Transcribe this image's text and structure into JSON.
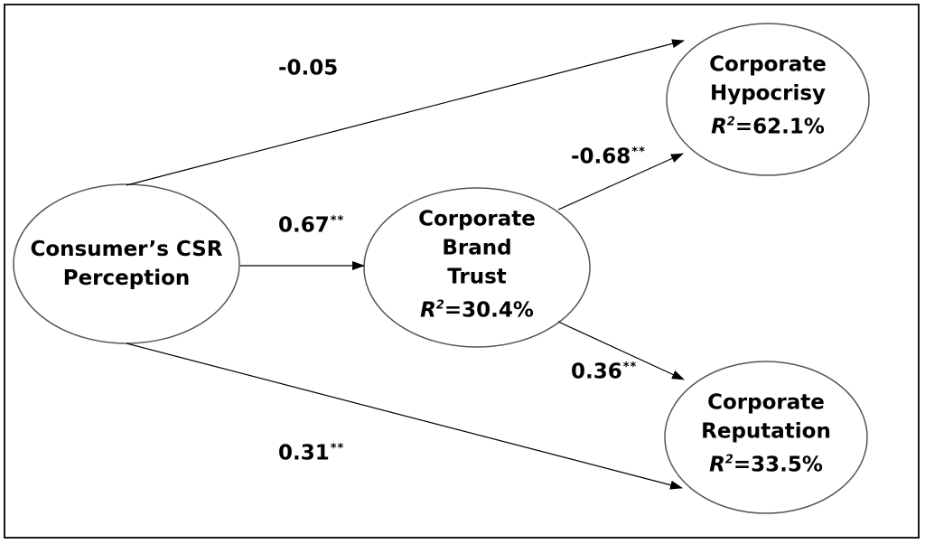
{
  "nodes": {
    "csr": {
      "lines": [
        "Consumer’s CSR",
        "Perception"
      ]
    },
    "trust": {
      "lines": [
        "Corporate",
        "Brand",
        "Trust"
      ],
      "r2_label": "R",
      "r2_sup": "2",
      "r2_value": "=30.4%"
    },
    "hypocrisy": {
      "lines": [
        "Corporate",
        "Hypocrisy"
      ],
      "r2_label": "R",
      "r2_sup": "2",
      "r2_value": "=62.1%"
    },
    "reputation": {
      "lines": [
        "Corporate",
        "Reputation"
      ],
      "r2_label": "R",
      "r2_sup": "2",
      "r2_value": "=33.5%"
    }
  },
  "paths": {
    "csr_to_hypocrisy": {
      "coef": "-0.05",
      "sig": ""
    },
    "csr_to_trust": {
      "coef": "0.67",
      "sig": "**"
    },
    "csr_to_reputation": {
      "coef": "0.31",
      "sig": "**"
    },
    "trust_to_hypocrisy": {
      "coef": "-0.68",
      "sig": "**"
    },
    "trust_to_reputation": {
      "coef": "0.36",
      "sig": "**"
    }
  }
}
